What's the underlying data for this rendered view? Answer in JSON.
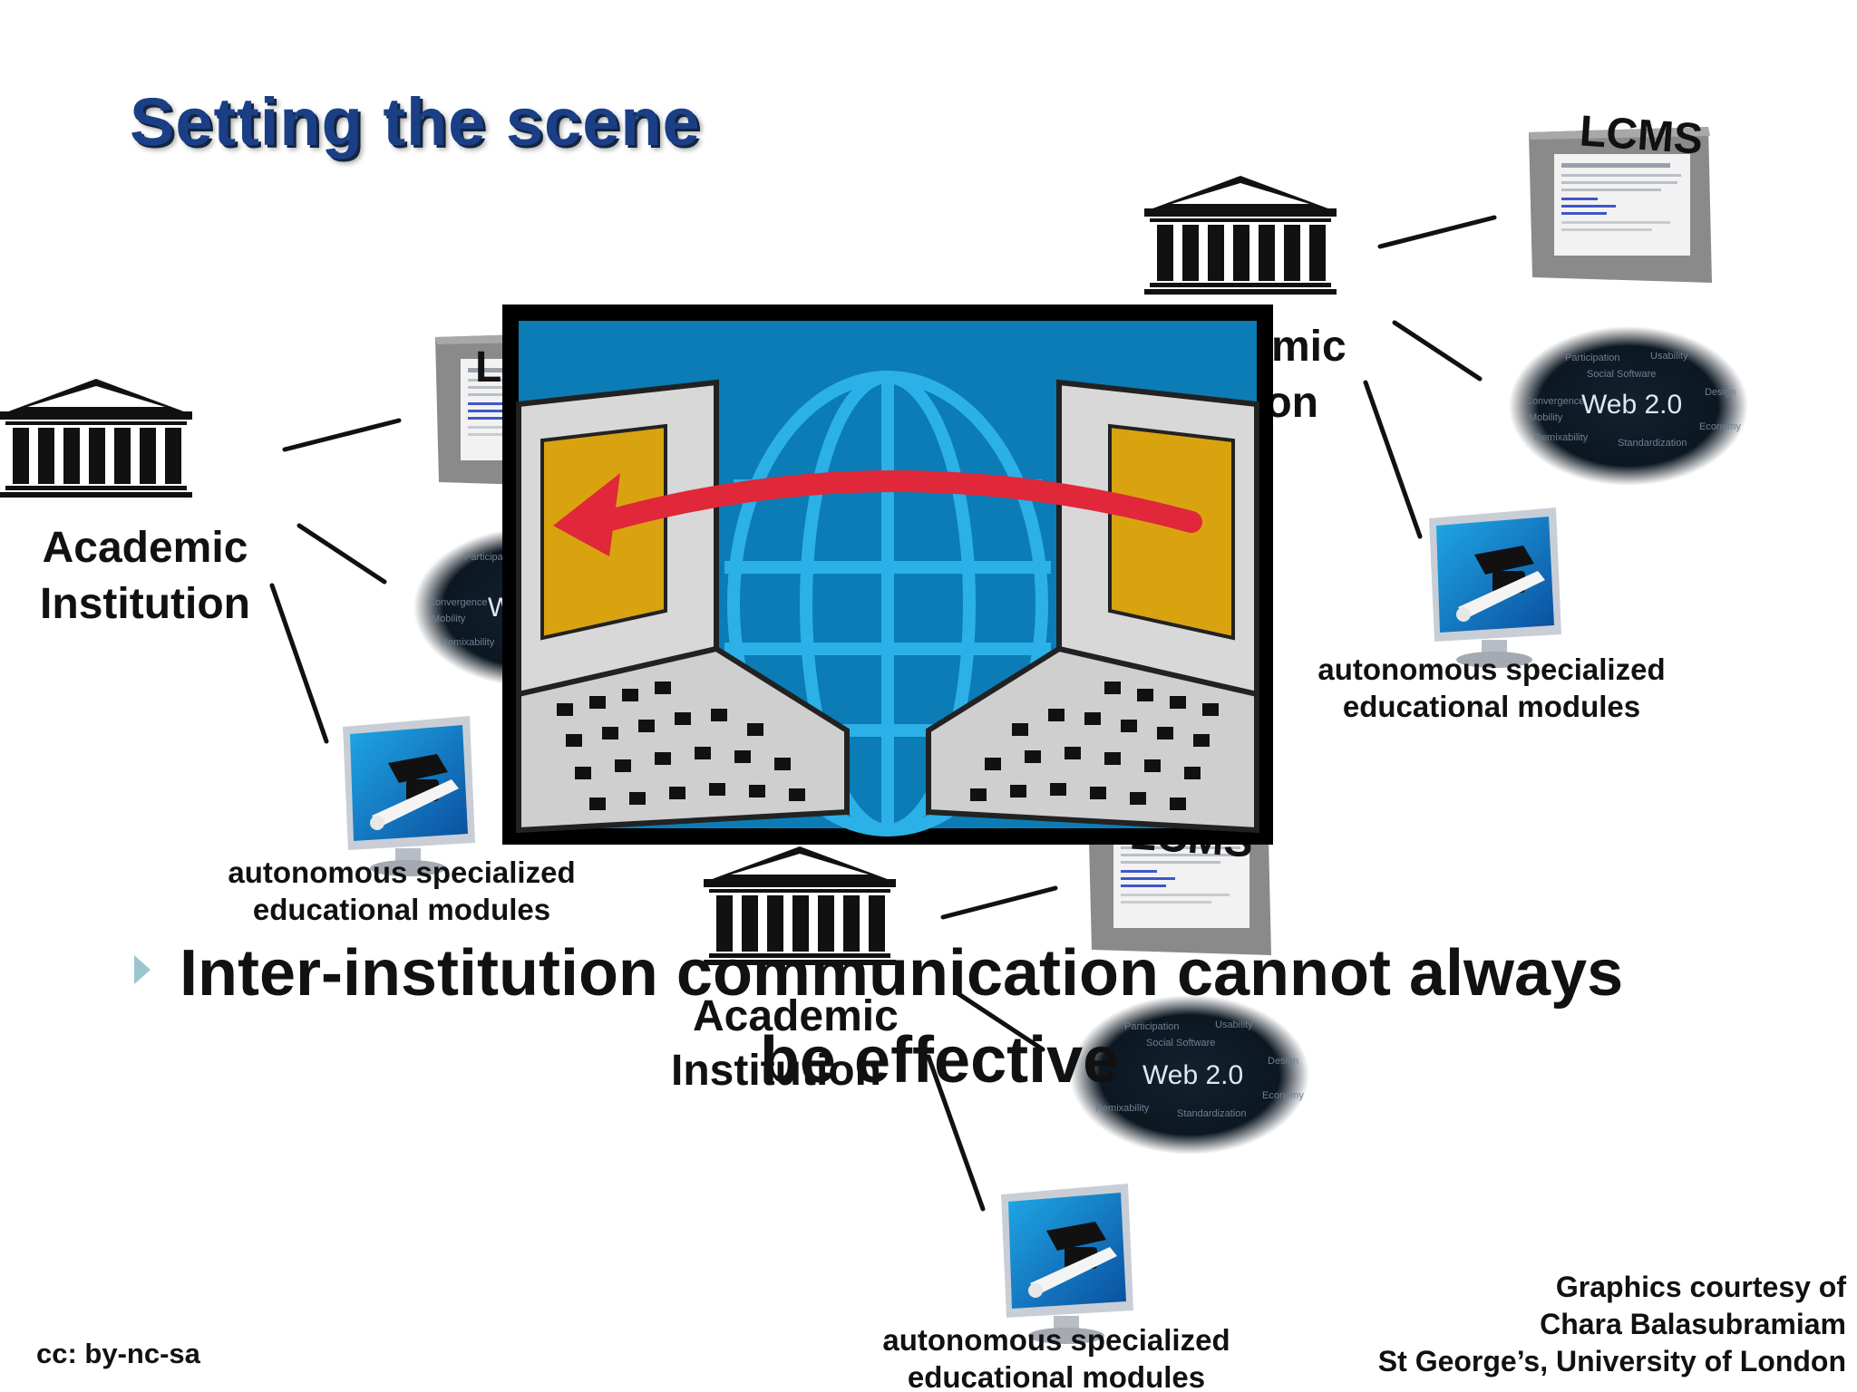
{
  "slide": {
    "title": "Setting the scene",
    "bullet_line1": "Inter-institution communication cannot always",
    "bullet_line2": "be effective",
    "license": "cc: by-nc-sa",
    "credits": [
      "Graphics courtesy of",
      "Chara Balasubramiam",
      "St George’s, University of London"
    ]
  },
  "diagram": {
    "institution_line1": "Academic",
    "institution_line2": "Institution",
    "partial_institution_line1": "mic",
    "partial_institution_line2": "tion",
    "lcms_label": "LCMS",
    "partial_lcms_left": "L",
    "partial_lcms_bottom": "LCMS",
    "web20_label": "Web 2.0",
    "partial_web_left": "W",
    "web_words": [
      "Participation",
      "Usability",
      "Social Software",
      "Convergence",
      "Design",
      "Mobility",
      "Remixability",
      "Standardization",
      "Economy"
    ],
    "module_line1": "autonomous specialized",
    "module_line2": "educational modules"
  },
  "icons": {
    "institution": "classical-building-icon",
    "lcms": "lcms-screen-icon",
    "web20": "web20-tag-cloud-icon",
    "module": "graduation-monitor-icon",
    "bullet": "triangle-bullet-icon",
    "clipart": "networked-computers-clipart"
  },
  "colors": {
    "title": "#1a3f86",
    "bullet": "#9cc6cf",
    "clip_frame": "#000000",
    "clip_sky": "#0b7cb5",
    "arrow": "#e0283a"
  }
}
